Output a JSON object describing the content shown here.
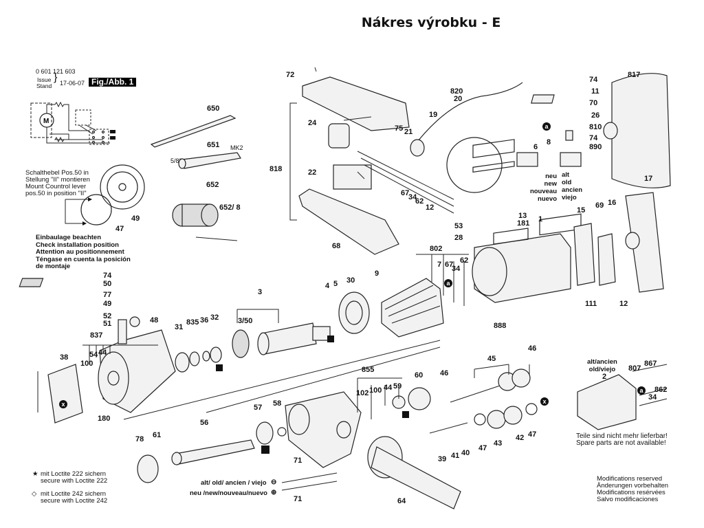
{
  "page_title": "Nákres výrobku - E",
  "header": {
    "part_number": "0 601 121 603",
    "issue_label": "Issue",
    "stand_label": "Stand",
    "issue_date": "17-06-07",
    "figure_label": "Fig./Abb. 1"
  },
  "notes": {
    "control_lever": [
      "Schalthebel Pos.50 in",
      "Stellung \"II\" montieren",
      "Mount Countrol lever",
      "pos.50 in position \"II\""
    ],
    "installation": [
      "Einbaulage beachten",
      "Check installation position",
      "Attention au positionnement",
      "Téngase en cuenta la posición",
      "de montaje"
    ],
    "loctite_222": [
      "mit Loctite 222 sichern",
      "secure with Loctite 222"
    ],
    "loctite_242": [
      "mit Loctite 242 sichern",
      "secure with Loctite 242"
    ],
    "modifications": [
      "Modifications reserved",
      "Änderungen vorbehalten",
      "Modifications resérvées",
      "Salvo modificaciones"
    ],
    "spare_parts": [
      "Teile sind nicht mehr lieferbar!",
      "Spare parts are not available!"
    ],
    "old_variant": [
      "alt/ancien",
      "old/viejo"
    ],
    "new_labels": [
      "neu",
      "new",
      "nouveau",
      "nuevo"
    ],
    "old_labels": [
      "alt",
      "old",
      "ancien",
      "viejo"
    ],
    "screw_old": "alt/ old/ ancien / viejo",
    "screw_new": "neu /new/nouveau/nuevo",
    "size_58": "5/8\"",
    "mk2": "MK2"
  },
  "part_labels": {
    "p72": "72",
    "p650": "650",
    "p651": "651",
    "p652": "652",
    "p652_8": "652/ 8",
    "p47a": "47",
    "p49a": "49",
    "p818": "818",
    "p24": "24",
    "p22": "22",
    "p68": "68",
    "p19": "19",
    "p820": "820",
    "p20": "20",
    "p75": "75",
    "p21": "21",
    "p67a": "67",
    "p34a": "34",
    "p62a": "62",
    "p12a": "12",
    "p6": "6",
    "p8": "8",
    "p74a": "74",
    "p11": "11",
    "p70": "70",
    "p26": "26",
    "p810": "810",
    "p74b": "74",
    "p890": "890",
    "p817": "817",
    "p17": "17",
    "p15": "15",
    "p69": "69",
    "p16": "16",
    "p12b": "12",
    "p111": "111",
    "p53": "53",
    "p28": "28",
    "p13": "13",
    "p181": "181",
    "p1": "1",
    "p888": "888",
    "p802": "802",
    "p7": "7",
    "p67b": "67",
    "p34b": "34",
    "p62b": "62",
    "p9": "9",
    "p30": "30",
    "p4": "4",
    "p5": "5",
    "p3": "3",
    "p3_50": "3/50",
    "p74c": "74",
    "p50": "50",
    "p77": "77",
    "p49b": "49",
    "p52": "52",
    "p51": "51",
    "p48": "48",
    "p31": "31",
    "p835": "835",
    "p36": "36",
    "p32": "32",
    "p837": "837",
    "p54": "54",
    "p44a": "44",
    "p100a": "100",
    "p38": "38",
    "p180": "180",
    "p56": "56",
    "p57": "57",
    "p58": "58",
    "p78": "78",
    "p61": "61",
    "p71a": "71",
    "p71b": "71",
    "p855": "855",
    "p102": "102",
    "p100b": "100",
    "p44b": "44",
    "p59": "59",
    "p60": "60",
    "p46a": "46",
    "p45": "45",
    "p46b": "46",
    "p39": "39",
    "p41": "41",
    "p40": "40",
    "p47b": "47",
    "p43": "43",
    "p42": "42",
    "p47c": "47",
    "p64": "64",
    "p2": "2",
    "p807": "807",
    "p867": "867",
    "p862": "862",
    "p34c": "34"
  },
  "markers": {
    "a": "a",
    "x": "x"
  }
}
